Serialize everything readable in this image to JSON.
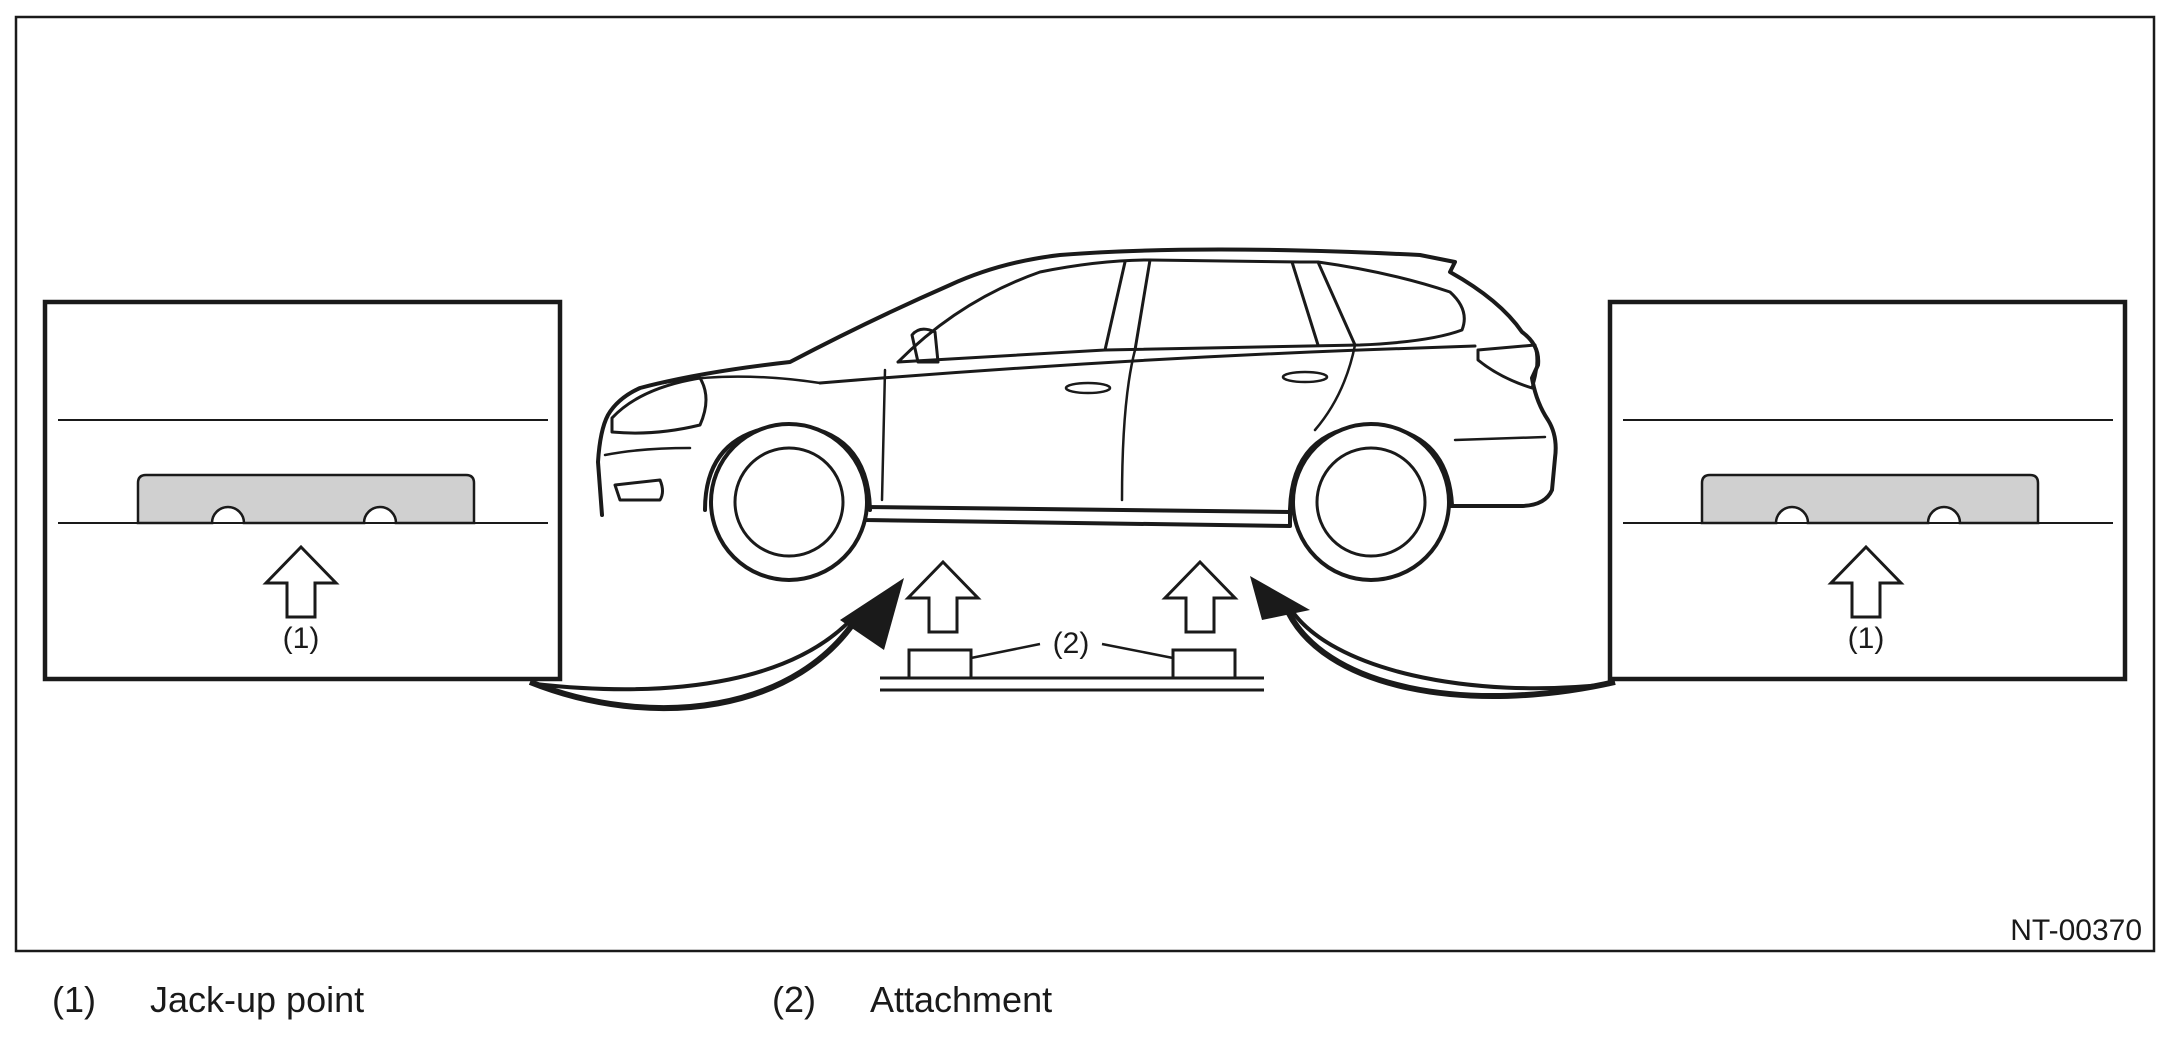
{
  "figure": {
    "code": "NT-00370",
    "callout_1": "(1)",
    "callout_2": "(2)"
  },
  "legend": [
    {
      "num": "(1)",
      "text": "Jack-up point"
    },
    {
      "num": "(2)",
      "text": "Attachment"
    }
  ],
  "colors": {
    "line": "#1a1a1a",
    "jack_pad_fill": "#d0d0d0",
    "background": "#ffffff"
  }
}
